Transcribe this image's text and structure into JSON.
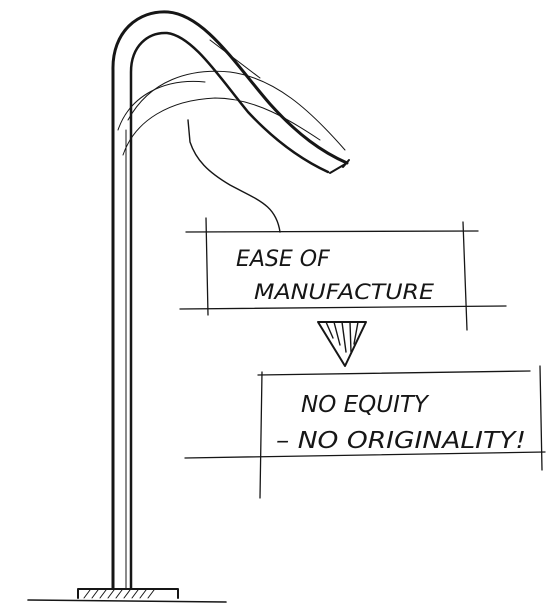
{
  "box_top": {
    "line1": "EASE OF",
    "line2": "MANUFACTURE"
  },
  "box_bottom": {
    "line1": "NO EQUITY",
    "line2": "– NO ORIGINALITY!"
  },
  "ink_color": "#161616"
}
